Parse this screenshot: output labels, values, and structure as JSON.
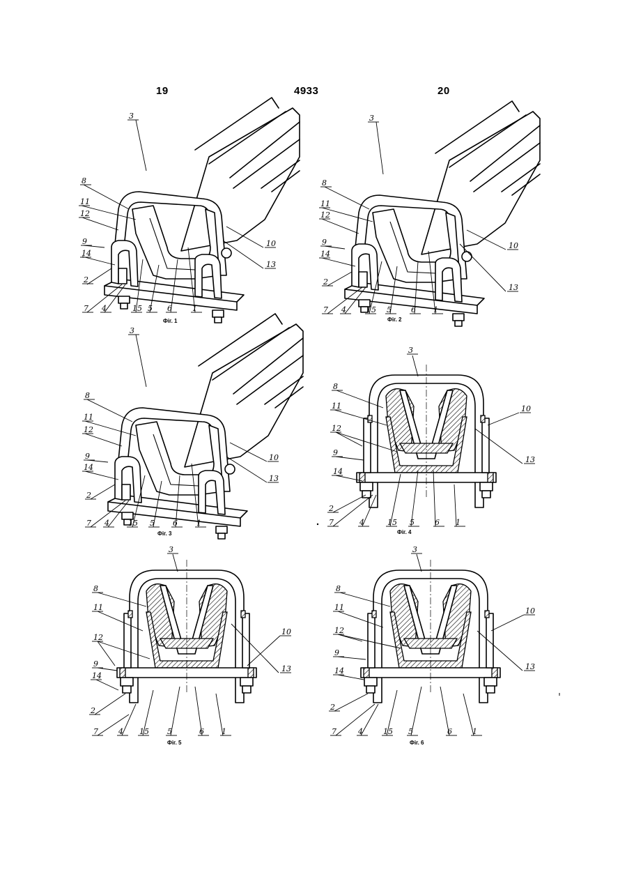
{
  "header": {
    "page_left": "19",
    "document_number": "4933",
    "page_right": "20"
  },
  "captions": [
    "Фіг. 1",
    "Фіг. 2",
    "Фіг. 3",
    "Фіг. 4",
    "Фіг. 5",
    "Фіг. 6"
  ],
  "callouts": {
    "fig1": [
      "3",
      "8",
      "11",
      "12",
      "9",
      "14",
      "2",
      "7",
      "4",
      "15",
      "5",
      "6",
      "1",
      "10",
      "13"
    ],
    "fig2": [
      "3",
      "8",
      "11",
      "12",
      "9",
      "14",
      "2",
      "7",
      "4",
      "15",
      "5",
      "6",
      "1",
      "10",
      "13"
    ],
    "fig3": [
      "3",
      "8",
      "11",
      "12",
      "9",
      "14",
      "2",
      "7",
      "4",
      "15",
      "5",
      "6",
      "1",
      "10",
      "13"
    ],
    "fig4": [
      "3",
      "8",
      "11",
      "12",
      "9",
      "14",
      "2",
      "7",
      "4",
      "15",
      "5",
      "6",
      "1",
      "10",
      "13"
    ],
    "fig5": [
      "3",
      "8",
      "11",
      "12",
      "9",
      "14",
      "2",
      "7",
      "4",
      "15",
      "5",
      "6",
      "1",
      "10",
      "13"
    ],
    "fig6": [
      "3",
      "8",
      "11",
      "12",
      "9",
      "14",
      "2",
      "7",
      "4",
      "15",
      "5",
      "6",
      "1",
      "10",
      "13"
    ]
  }
}
